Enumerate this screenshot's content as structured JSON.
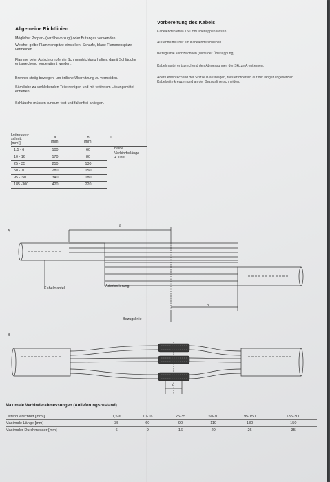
{
  "left_col": {
    "title": "Allgemeine Richtlinien",
    "paragraphs": [
      "Möglichst Propan- (wird bevorzugt) oder Butangas verwenden.",
      "Weiche, gelbe Flammenspitze einstellen. Scharfe, blaue Flammenspitze vermeiden.",
      "Flamme beim Aufschrumpfen in Schrumpfrichtung halten, damit Schläuche entsprechend vorgewärmt werden.",
      "Brenner stetig bewegen, um örtliche Überhitzung zu vermeiden.",
      "Sämtliche zu verklebenden Teile reinigen und mit fettfreiem Lösungsmittel entfetten.",
      "Schläuche müssen rundum fest und faltenfrei anliegen."
    ]
  },
  "right_col": {
    "title": "Vorbereitung des Kabels",
    "paragraphs": [
      "Kabelenden etwa 150 mm überlappen lassen.",
      "Außenmuffe über ein Kabelende schieben.",
      "Bezugslinie kennzeichnen (Mitte der Überlappung).",
      "Kabelmantel entsprechend den Abmessungen der Skizze A entfernen.",
      "Adern entsprechend der Skizze B ausbiegen, falls erforderlich auf der länger abgesetzten Kabelseite kreuzen und an der Bezugslinie schneiden."
    ]
  },
  "table1": {
    "header_cross": "Leiterquer-\nschnitt\n[mm²]",
    "header_a": "a\n[mm]",
    "header_b": "b\n[mm]",
    "header_l": "l",
    "rows": [
      {
        "cs": "1,5 -  6",
        "a": "100",
        "b": "60"
      },
      {
        "cs": "10  -  16",
        "a": "170",
        "b": "80"
      },
      {
        "cs": "25  -  35",
        "a": "250",
        "b": "130"
      },
      {
        "cs": "50  -  70",
        "a": "280",
        "b": "150"
      },
      {
        "cs": "95  -150",
        "a": "340",
        "b": "180"
      },
      {
        "cs": "185  -300",
        "a": "420",
        "b": "220"
      }
    ],
    "note": "halbe\nVerbinderlänge\n+ 10%"
  },
  "diagram_a": {
    "label": "A",
    "dim_a": "a",
    "dim_b": "b",
    "kabelmantel": "Kabelmantel",
    "aderisolierung": "Aderisolierung",
    "bezugslinie": "Bezugslinie"
  },
  "diagram_b": {
    "label": "B",
    "dim_l": "l"
  },
  "bottom_table": {
    "title": "Maximale Verbinderabmessungen (Anlieferungszustand)",
    "rows": [
      {
        "label": "Leiterquerschnitt [mm²]",
        "values": [
          "1,5-6",
          "10-16",
          "25-35",
          "50-70",
          "95-150",
          "185-300"
        ]
      },
      {
        "label": "Maximale Länge [mm]",
        "values": [
          "35",
          "60",
          "90",
          "110",
          "130",
          "150"
        ]
      },
      {
        "label": "Maximaler Durchmesser [mm]",
        "values": [
          "6",
          "9",
          "16",
          "20",
          "26",
          "35"
        ]
      }
    ]
  }
}
